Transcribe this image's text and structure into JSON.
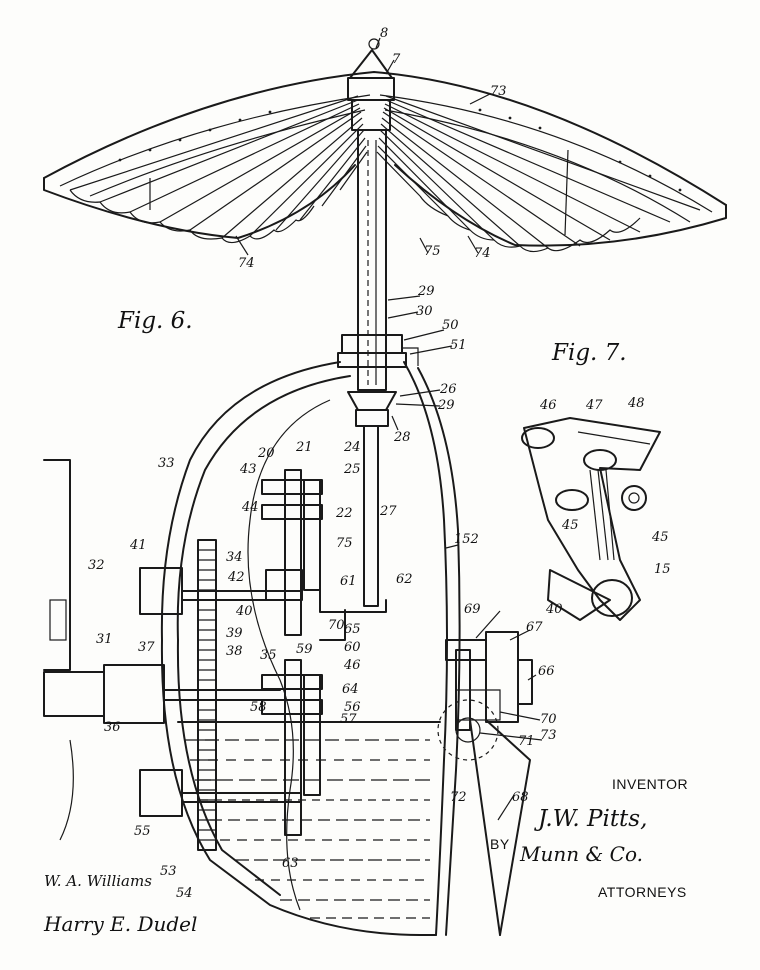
{
  "figures": {
    "fig6": "Fig. 6.",
    "fig7": "Fig. 7."
  },
  "reference_numerals": [
    {
      "id": "n8",
      "text": "8"
    },
    {
      "id": "n7",
      "text": "7"
    },
    {
      "id": "n73a",
      "text": "73"
    },
    {
      "id": "n74a",
      "text": "74"
    },
    {
      "id": "n75a",
      "text": "75"
    },
    {
      "id": "n74b",
      "text": "74"
    },
    {
      "id": "n29a",
      "text": "29"
    },
    {
      "id": "n30",
      "text": "30"
    },
    {
      "id": "n50",
      "text": "50"
    },
    {
      "id": "n51",
      "text": "51"
    },
    {
      "id": "n26",
      "text": "26"
    },
    {
      "id": "n29b",
      "text": "29"
    },
    {
      "id": "n28",
      "text": "28"
    },
    {
      "id": "n20",
      "text": "20"
    },
    {
      "id": "n21",
      "text": "21"
    },
    {
      "id": "n24",
      "text": "24"
    },
    {
      "id": "n25",
      "text": "25"
    },
    {
      "id": "n33",
      "text": "33"
    },
    {
      "id": "n43",
      "text": "43"
    },
    {
      "id": "n44",
      "text": "44"
    },
    {
      "id": "n22",
      "text": "22"
    },
    {
      "id": "n27",
      "text": "27"
    },
    {
      "id": "n75b",
      "text": "75"
    },
    {
      "id": "n152",
      "text": "152"
    },
    {
      "id": "n41",
      "text": "41"
    },
    {
      "id": "n34",
      "text": "34"
    },
    {
      "id": "n42",
      "text": "42"
    },
    {
      "id": "n32",
      "text": "32"
    },
    {
      "id": "n61",
      "text": "61"
    },
    {
      "id": "n62",
      "text": "62"
    },
    {
      "id": "n40a",
      "text": "40"
    },
    {
      "id": "n70",
      "text": "70"
    },
    {
      "id": "n39",
      "text": "39"
    },
    {
      "id": "n65",
      "text": "65"
    },
    {
      "id": "n31",
      "text": "31"
    },
    {
      "id": "n37",
      "text": "37"
    },
    {
      "id": "n38",
      "text": "38"
    },
    {
      "id": "n35",
      "text": "35"
    },
    {
      "id": "n59",
      "text": "59"
    },
    {
      "id": "n60",
      "text": "60"
    },
    {
      "id": "n46a",
      "text": "46"
    },
    {
      "id": "n64",
      "text": "64"
    },
    {
      "id": "n58",
      "text": "58"
    },
    {
      "id": "n56",
      "text": "56"
    },
    {
      "id": "n57",
      "text": "57"
    },
    {
      "id": "n36",
      "text": "36"
    },
    {
      "id": "n55",
      "text": "55"
    },
    {
      "id": "n53",
      "text": "53"
    },
    {
      "id": "n54",
      "text": "54"
    },
    {
      "id": "n63",
      "text": "63"
    },
    {
      "id": "n69",
      "text": "69"
    },
    {
      "id": "n67",
      "text": "67"
    },
    {
      "id": "n66",
      "text": "66"
    },
    {
      "id": "n70b",
      "text": "70"
    },
    {
      "id": "n71",
      "text": "71"
    },
    {
      "id": "n73b",
      "text": "73"
    },
    {
      "id": "n72",
      "text": "72"
    },
    {
      "id": "n68",
      "text": "68"
    },
    {
      "id": "n46b",
      "text": "46"
    },
    {
      "id": "n47",
      "text": "47"
    },
    {
      "id": "n48",
      "text": "48"
    },
    {
      "id": "n45a",
      "text": "45"
    },
    {
      "id": "n45b",
      "text": "45"
    },
    {
      "id": "n15",
      "text": "15"
    },
    {
      "id": "n40b",
      "text": "40"
    }
  ],
  "caption": {
    "inventor_label": "INVENTOR",
    "inventor_name": "J.W. Pitts,",
    "by": "BY",
    "attorney_signature": "Munn & Co.",
    "attorneys_label": "ATTORNEYS"
  },
  "witnesses": {
    "witness1": "W. A. Williams",
    "witness2": "Harry E. Dudel"
  }
}
